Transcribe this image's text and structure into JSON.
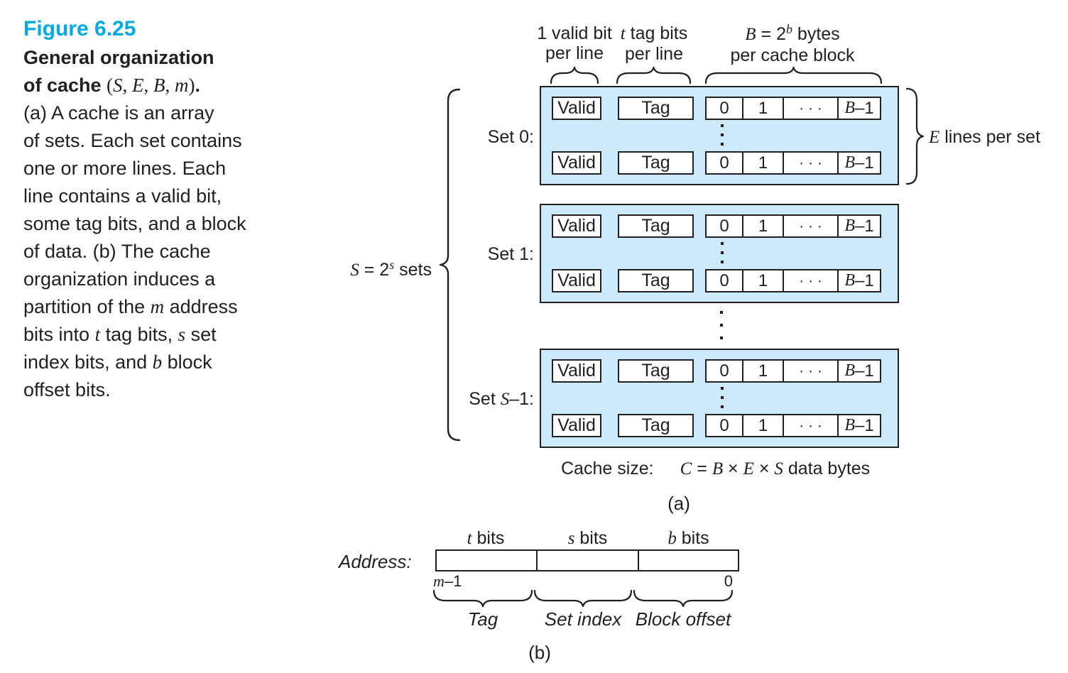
{
  "caption": {
    "title": "Figure 6.25",
    "lines": [
      [
        {
          "t": "General organization",
          "s": "b"
        }
      ],
      [
        {
          "t": "of cache ",
          "s": "b"
        },
        {
          "t": "(",
          "s": "sr"
        },
        {
          "t": "S",
          "s": "si"
        },
        {
          "t": ", ",
          "s": "sr"
        },
        {
          "t": "E",
          "s": "si"
        },
        {
          "t": ", ",
          "s": "sr"
        },
        {
          "t": "B",
          "s": "si"
        },
        {
          "t": ", ",
          "s": "sr"
        },
        {
          "t": "m",
          "s": "si"
        },
        {
          "t": ")",
          "s": "sr"
        },
        {
          "t": ".",
          "s": "b"
        }
      ],
      [
        {
          "t": "(a) A cache is an array"
        }
      ],
      [
        {
          "t": "of sets. Each set contains"
        }
      ],
      [
        {
          "t": "one or more lines. Each"
        }
      ],
      [
        {
          "t": "line contains a valid bit,"
        }
      ],
      [
        {
          "t": "some tag bits, and a block"
        }
      ],
      [
        {
          "t": "of data. (b) The cache"
        }
      ],
      [
        {
          "t": "organization induces a"
        }
      ],
      [
        {
          "t": "partition of the ",
          "s": "r"
        },
        {
          "t": "m",
          "s": "si"
        },
        {
          "t": " address"
        }
      ],
      [
        {
          "t": "bits into ",
          "s": "r"
        },
        {
          "t": "t",
          "s": "si"
        },
        {
          "t": " tag bits, ",
          "s": "r"
        },
        {
          "t": "s",
          "s": "si"
        },
        {
          "t": " set"
        }
      ],
      [
        {
          "t": "index bits, and ",
          "s": "r"
        },
        {
          "t": "b",
          "s": "si"
        },
        {
          "t": " block"
        }
      ],
      [
        {
          "t": "offset bits."
        }
      ]
    ]
  },
  "diagram_a": {
    "col_labels": {
      "valid": [
        [
          {
            "t": "1 valid bit"
          }
        ],
        [
          {
            "t": "per line"
          }
        ]
      ],
      "tag": [
        [
          {
            "t": "t",
            "s": "si"
          },
          {
            "t": " tag bits"
          }
        ],
        [
          {
            "t": "per line"
          }
        ]
      ],
      "bytes": [
        [
          {
            "t": "B",
            "s": "si"
          },
          {
            "t": " = 2"
          },
          {
            "t": "b",
            "s": "sup"
          },
          {
            "t": " bytes"
          }
        ],
        [
          {
            "t": "per cache block"
          }
        ]
      ]
    },
    "set_labels": [
      [
        {
          "t": "Set 0:"
        }
      ],
      [
        {
          "t": "Set 1:"
        }
      ],
      [
        {
          "t": "Set "
        },
        {
          "t": "S",
          "s": "si"
        },
        {
          "t": "–1:"
        }
      ]
    ],
    "line": {
      "valid": [
        {
          "t": "Valid"
        }
      ],
      "tag": [
        {
          "t": "Tag"
        }
      ],
      "cells": [
        [
          {
            "t": "0"
          }
        ],
        [
          {
            "t": "1"
          }
        ],
        [
          {
            "t": "· · ·"
          }
        ],
        [
          {
            "t": "B",
            "s": "si"
          },
          {
            "t": "–1"
          }
        ]
      ]
    },
    "lines_per_set": [
      {
        "t": "E",
        "s": "si"
      },
      {
        "t": " lines per set"
      }
    ],
    "sets_label": [
      {
        "t": "S",
        "s": "si"
      },
      {
        "t": " = 2"
      },
      {
        "t": "s",
        "s": "sup"
      },
      {
        "t": " sets"
      }
    ],
    "cache_size_label": [
      {
        "t": "Cache size:"
      }
    ],
    "cache_size_formula": [
      {
        "t": "C",
        "s": "si"
      },
      {
        "t": " = "
      },
      {
        "t": "B",
        "s": "si"
      },
      {
        "t": " × "
      },
      {
        "t": "E",
        "s": "si"
      },
      {
        "t": " × "
      },
      {
        "t": "S",
        "s": "si"
      },
      {
        "t": " data bytes"
      }
    ],
    "part_label": "(a)"
  },
  "diagram_b": {
    "bit_labels": [
      [
        {
          "t": "t",
          "s": "si"
        },
        {
          "t": " bits"
        }
      ],
      [
        {
          "t": "s",
          "s": "si"
        },
        {
          "t": " bits"
        }
      ],
      [
        {
          "t": "b",
          "s": "si"
        },
        {
          "t": " bits"
        }
      ]
    ],
    "address_label": [
      {
        "t": "Address:",
        "s": "i"
      }
    ],
    "bit_high": [
      {
        "t": "m",
        "s": "si"
      },
      {
        "t": "–1"
      }
    ],
    "bit_low": "0",
    "field_labels": [
      [
        {
          "t": "Tag",
          "s": "i"
        }
      ],
      [
        {
          "t": "Set index",
          "s": "i"
        }
      ],
      [
        {
          "t": "Block offset",
          "s": "i"
        }
      ]
    ],
    "part_label": "(b)"
  },
  "colors": {
    "accent": "#00a9e0",
    "set_fill": "#cdeafa",
    "ink": "#231f20"
  }
}
